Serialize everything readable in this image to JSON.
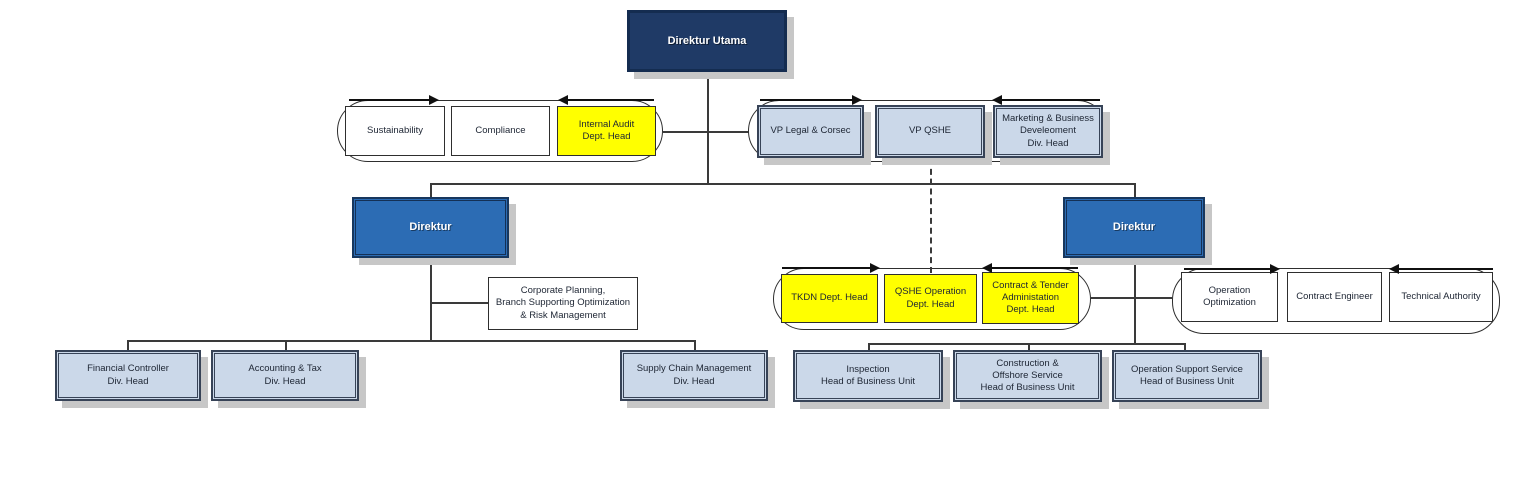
{
  "diagram": {
    "type": "organization-chart",
    "nodes": {
      "direktur_utama": {
        "label": "Direktur Utama",
        "style": "navy"
      },
      "sustainability": {
        "label": "Sustainability",
        "style": "plain"
      },
      "compliance": {
        "label": "Compliance",
        "style": "plain"
      },
      "internal_audit": {
        "label": "Internal Audit\nDept. Head",
        "style": "highlight"
      },
      "vp_legal_corsec": {
        "label": "VP Legal & Corsec",
        "style": "department"
      },
      "vp_qshe": {
        "label": "VP QSHE",
        "style": "department"
      },
      "marketing_bizdev": {
        "label": "Marketing & Business\nDeveleoment\nDiv. Head",
        "style": "department"
      },
      "direktur_left": {
        "label": "Direktur",
        "style": "director"
      },
      "direktur_right": {
        "label": "Direktur",
        "style": "director"
      },
      "corporate_planning": {
        "label": "Corporate Planning,\nBranch Supporting Optimization\n& Risk Management",
        "style": "plain"
      },
      "financial_controller": {
        "label": "Financial Controller\nDiv. Head",
        "style": "department"
      },
      "accounting_tax": {
        "label": "Accounting & Tax\nDiv. Head",
        "style": "department"
      },
      "supply_chain": {
        "label": "Supply Chain Management\nDiv. Head",
        "style": "department"
      },
      "tkdn": {
        "label": "TKDN Dept. Head",
        "style": "highlight"
      },
      "qshe_operation": {
        "label": "QSHE Operation\nDept. Head",
        "style": "highlight"
      },
      "contract_tender": {
        "label": "Contract & Tender\nAdministation\nDept. Head",
        "style": "highlight"
      },
      "operation_optimization": {
        "label": "Operation\nOptimization",
        "style": "plain"
      },
      "contract_engineer": {
        "label": "Contract Engineer",
        "style": "plain"
      },
      "technical_authority": {
        "label": "Technical Authority",
        "style": "plain"
      },
      "inspection": {
        "label": "Inspection\nHead of Business Unit",
        "style": "department"
      },
      "construction_offshore": {
        "label": "Construction &\nOffshore Service\nHead of Business Unit",
        "style": "department"
      },
      "operation_support": {
        "label": "Operation Support Service\nHead of Business Unit",
        "style": "department"
      }
    },
    "groups": [
      {
        "name": "audit-compliance-group",
        "members": [
          "sustainability",
          "compliance",
          "internal_audit"
        ]
      },
      {
        "name": "vp-staff-group",
        "members": [
          "vp_legal_corsec",
          "vp_qshe",
          "marketing_bizdev"
        ]
      },
      {
        "name": "dept-head-group",
        "members": [
          "tkdn",
          "qshe_operation",
          "contract_tender"
        ]
      },
      {
        "name": "operation-staff-group",
        "members": [
          "operation_optimization",
          "contract_engineer",
          "technical_authority"
        ]
      }
    ],
    "edges": [
      {
        "from": "direktur_utama",
        "to": "audit-compliance-group",
        "style": "solid"
      },
      {
        "from": "direktur_utama",
        "to": "vp-staff-group",
        "style": "solid"
      },
      {
        "from": "direktur_utama",
        "to": "direktur_left",
        "style": "solid"
      },
      {
        "from": "direktur_utama",
        "to": "direktur_right",
        "style": "solid"
      },
      {
        "from": "vp_qshe",
        "to": "qshe_operation",
        "style": "dashed"
      },
      {
        "from": "direktur_left",
        "to": "corporate_planning",
        "style": "solid"
      },
      {
        "from": "direktur_left",
        "to": "financial_controller",
        "style": "solid"
      },
      {
        "from": "direktur_left",
        "to": "accounting_tax",
        "style": "solid"
      },
      {
        "from": "direktur_left",
        "to": "supply_chain",
        "style": "solid"
      },
      {
        "from": "direktur_right",
        "to": "dept-head-group",
        "style": "solid"
      },
      {
        "from": "direktur_right",
        "to": "operation-staff-group",
        "style": "solid"
      },
      {
        "from": "direktur_right",
        "to": "inspection",
        "style": "solid"
      },
      {
        "from": "direktur_right",
        "to": "construction_offshore",
        "style": "solid"
      },
      {
        "from": "direktur_right",
        "to": "operation_support",
        "style": "solid"
      }
    ],
    "colors": {
      "root_fill": "#1f3a66",
      "director_fill": "#2c6cb4",
      "department_fill": "#cbd8e9",
      "highlight_fill": "#ffff00",
      "plain_fill": "#ffffff",
      "line": "#3a3a3a",
      "shadow": "#c7c7c7"
    }
  }
}
